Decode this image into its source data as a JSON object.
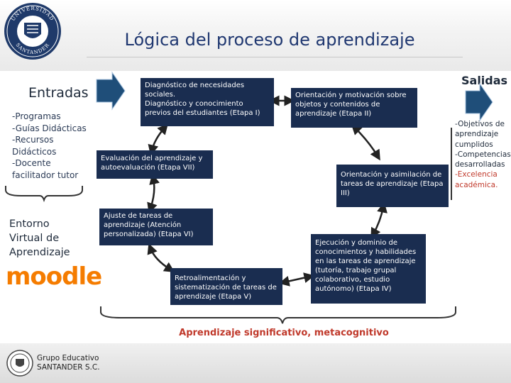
{
  "slide": {
    "title": "Lógica del proceso de aprendizaje",
    "seal_text": [
      "UNIVERSIDAD",
      "SANTANDER"
    ],
    "footer": {
      "line1": "Grupo Educativo",
      "line2": "SANTANDER S.C."
    }
  },
  "entradas": {
    "title": "Entradas",
    "items": [
      "-Programas",
      "-Guías Didácticas",
      "-Recursos",
      "Didácticos",
      "-Docente",
      "facilitador tutor"
    ]
  },
  "virtual": {
    "lines": [
      "Entorno",
      "Virtual de",
      "Aprendizaje"
    ],
    "logo_text": "moodle"
  },
  "salidas": {
    "title": "Salidas",
    "items": [
      {
        "text": "-Objetivos de",
        "style": "normal"
      },
      {
        "text": "aprendizaje",
        "style": "normal"
      },
      {
        "text": "cumplidos",
        "style": "normal"
      },
      {
        "text": "-Competencias",
        "style": "normal"
      },
      {
        "text": "desarrolladas",
        "style": "normal"
      },
      {
        "text": "-Excelencia",
        "style": "red"
      },
      {
        "text": "académica.",
        "style": "red"
      }
    ]
  },
  "stages": {
    "etapa1": [
      "Diagnóstico de necesidades",
      "sociales.",
      "Diagnóstico y conocimiento",
      "previos del estudiantes (Etapa I)"
    ],
    "etapa2": [
      "Orientación y motivación sobre",
      "objetos y contenidos de",
      "aprendizaje (Etapa II)"
    ],
    "etapa3": [
      "Orientación y asimilación de",
      "tareas de aprendizaje (Etapa",
      "III)"
    ],
    "etapa4": [
      "Ejecución y dominio de",
      "conocimientos y habilidades",
      "en las tareas de aprendizaje",
      "(tutoría, trabajo grupal",
      "colaborativo, estudio",
      "autónomo) (Etapa IV)"
    ],
    "etapa5": [
      "Retroalimentación y",
      "sistematización de tareas de",
      "aprendizaje (Etapa V)"
    ],
    "etapa6": [
      "Ajuste de tareas de",
      "aprendizaje (Atención",
      "personalizada) (Etapa VI)"
    ],
    "etapa7": [
      "Evaluación del aprendizaje y",
      "autoevaluación (Etapa VII)"
    ]
  },
  "bottom_label": "Aprendizaje significativo, metacognitivo",
  "colors": {
    "box": "#1a2d50",
    "title": "#1f3770",
    "arrow": "#1f4e79",
    "highlight_red": "#c0392b",
    "moodle_orange": "#f57c00"
  }
}
